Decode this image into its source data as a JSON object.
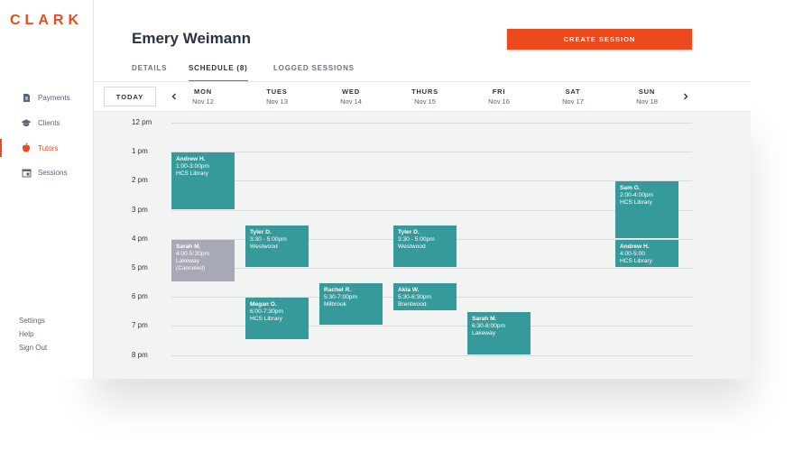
{
  "app": {
    "logo": "CLARK"
  },
  "sidebar": {
    "items": [
      {
        "key": "payments",
        "label": "Payments",
        "icon": "payments-icon",
        "active": false
      },
      {
        "key": "clients",
        "label": "Clients",
        "icon": "graduation-cap-icon",
        "active": false
      },
      {
        "key": "tutors",
        "label": "Tutors",
        "icon": "apple-icon",
        "active": true
      },
      {
        "key": "sessions",
        "label": "Sessions",
        "icon": "calendar-icon",
        "active": false
      }
    ],
    "footer": [
      "Settings",
      "Help",
      "Sign Out"
    ]
  },
  "header": {
    "name": "Emery Weimann",
    "create_button": "CREATE SESSION"
  },
  "tabs": [
    {
      "label": "DETAILS",
      "active": false
    },
    {
      "label": "SCHEDULE (8)",
      "active": true
    },
    {
      "label": "LOGGED SESSIONS",
      "active": false
    }
  ],
  "calendar": {
    "today_label": "TODAY",
    "days": [
      {
        "name": "MON",
        "date": "Nov 12"
      },
      {
        "name": "TUES",
        "date": "Nov 13"
      },
      {
        "name": "WED",
        "date": "Nov 14"
      },
      {
        "name": "THURS",
        "date": "Nov 15"
      },
      {
        "name": "FRI",
        "date": "Nov 16"
      },
      {
        "name": "SAT",
        "date": "Nov 17"
      },
      {
        "name": "SUN",
        "date": "Nov 18"
      }
    ],
    "hours": [
      "12 pm",
      "1 pm",
      "2 pm",
      "3 pm",
      "4 pm",
      "5 pm",
      "6 pm",
      "7 pm",
      "8 pm"
    ],
    "events": [
      {
        "day": 0,
        "start": 13.0,
        "end": 15.0,
        "name": "Andrew H.",
        "time": "1:00-3:00pm",
        "place": "HCS Library",
        "canceled": false
      },
      {
        "day": 0,
        "start": 16.0,
        "end": 17.5,
        "name": "Sarah M.",
        "time": "4:00-5:30pm",
        "place": "Lakeway",
        "note": "(Canceled)",
        "canceled": true
      },
      {
        "day": 1,
        "start": 15.5,
        "end": 17.0,
        "name": "Tyler D.",
        "time": "3:30 - 5:00pm",
        "place": "Westwood",
        "canceled": false
      },
      {
        "day": 1,
        "start": 18.0,
        "end": 19.5,
        "name": "Megan O.",
        "time": "6:00-7:30pm",
        "place": "HCS Library",
        "canceled": false
      },
      {
        "day": 2,
        "start": 17.5,
        "end": 19.0,
        "name": "Rachel R.",
        "time": "5:30-7:00pm",
        "place": "Milbrook",
        "canceled": false
      },
      {
        "day": 3,
        "start": 15.5,
        "end": 17.0,
        "name": "Tyler D.",
        "time": "3:30 - 5:00pm",
        "place": "Westwood",
        "canceled": false
      },
      {
        "day": 3,
        "start": 17.5,
        "end": 18.5,
        "name": "Akia W.",
        "time": "5:30-6:30pm",
        "place": "Brentwood",
        "canceled": false
      },
      {
        "day": 4,
        "start": 18.5,
        "end": 20.0,
        "name": "Sarah M.",
        "time": "6:30-8:00pm",
        "place": "Lakeway",
        "canceled": false
      },
      {
        "day": 6,
        "start": 14.0,
        "end": 16.0,
        "name": "Sam G.",
        "time": "2:00-4:00pm",
        "place": "HCS Library",
        "canceled": false
      },
      {
        "day": 6,
        "start": 16.0,
        "end": 17.0,
        "name": "Andrew H.",
        "time": "4:00-5:00",
        "place": "HCS Library",
        "canceled": false
      }
    ]
  },
  "colors": {
    "accent": "#ec4a1c",
    "event": "#36999a",
    "event_canceled": "#a7a9b6"
  }
}
